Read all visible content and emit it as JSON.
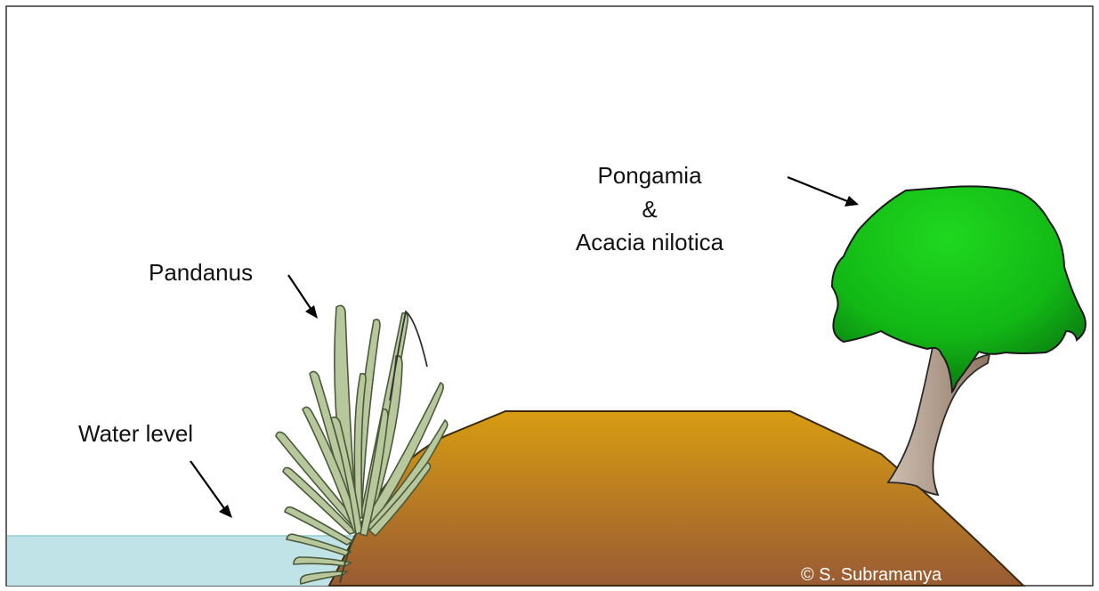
{
  "labels": {
    "water_level": "Water level",
    "pandanus": "Pandanus",
    "pongamia_line1": "Pongamia",
    "pongamia_line2": "&",
    "pongamia_line3": "Acacia nilotica"
  },
  "credit": "© S. Subramanya",
  "colors": {
    "water": "#bfe3e6",
    "water_edge": "#8fcdd3",
    "mound_top": "#d69a14",
    "mound_bottom": "#9a5e30",
    "pandanus_leaf": "#b7c79a",
    "tree_canopy_light": "#19d019",
    "tree_canopy_dark": "#0a7a12",
    "trunk_light": "#c8b7a8",
    "trunk_dark": "#8a6f5a"
  },
  "icons": {
    "pandanus": "pandanus-plant-icon",
    "tree": "tree-icon"
  }
}
